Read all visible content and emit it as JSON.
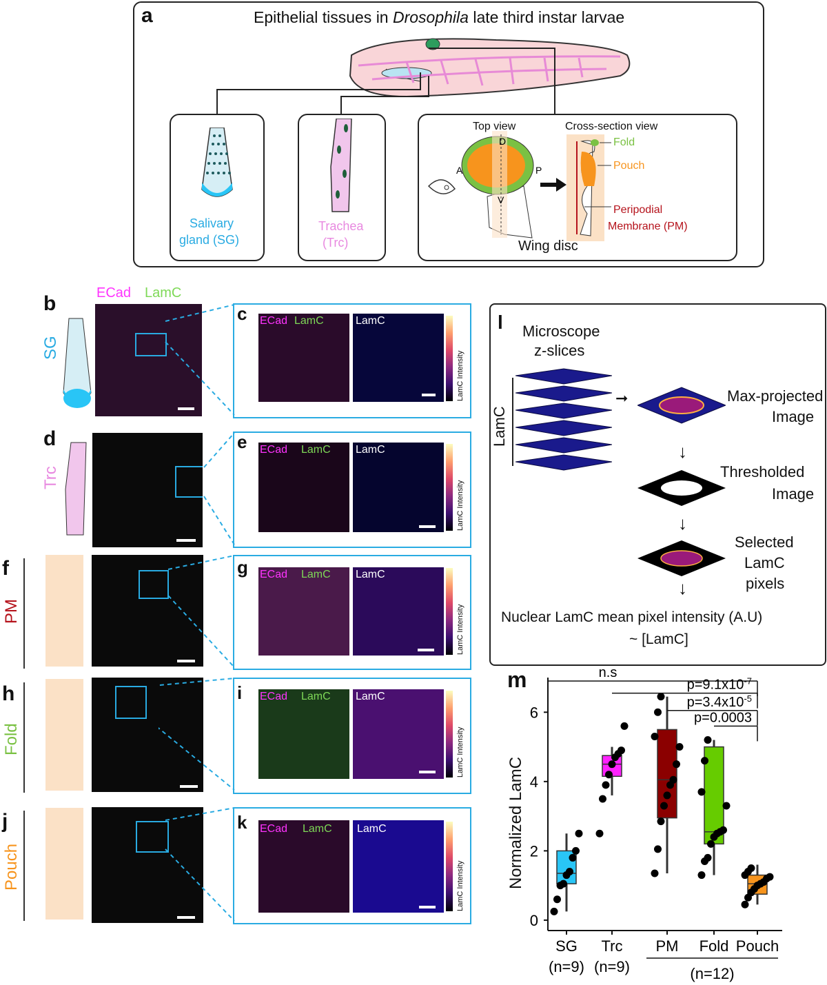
{
  "panel_a": {
    "letter": "a",
    "title_prefix": "Epithelial tissues in ",
    "title_italic": "Drosophila",
    "title_suffix": " late third instar larvae",
    "sg_label_1": "Salivary",
    "sg_label_2": "gland (SG)",
    "trc_label_1": "Trachea",
    "trc_label_2": "(Trc)",
    "top_view": "Top view",
    "cross_section": "Cross-section view",
    "fold": "Fold",
    "pouch": "Pouch",
    "pm_1": "Peripodial",
    "pm_2": "Membrane (PM)",
    "wing_disc": "Wing disc",
    "axis_a": "A",
    "axis_p": "P",
    "axis_d": "D",
    "axis_v": "V"
  },
  "left_panels": [
    {
      "letter": "b",
      "side": "SG",
      "side_color": "#29abe2",
      "header_ecad": "ECad",
      "header_lamc": "LamC"
    },
    {
      "letter": "d",
      "side": "Trc",
      "side_color": "#e889e0"
    },
    {
      "letter": "f",
      "side": "PM",
      "side_color": "#b5121b"
    },
    {
      "letter": "h",
      "side": "Fold",
      "side_color": "#7ac143"
    },
    {
      "letter": "j",
      "side": "Pouch",
      "side_color": "#f7941d"
    }
  ],
  "zoom_panels": [
    {
      "letter": "c",
      "ecad": "ECad",
      "lamc": "LamC",
      "lamc2": "LamC",
      "cbar": "LamC Intensity"
    },
    {
      "letter": "e",
      "ecad": "ECad",
      "lamc": "LamC",
      "lamc2": "LamC",
      "cbar": "LamC Intensity"
    },
    {
      "letter": "g",
      "ecad": "ECad",
      "lamc": "LamC",
      "lamc2": "LamC",
      "cbar": "LamC Intensity"
    },
    {
      "letter": "i",
      "ecad": "ECad",
      "lamc": "LamC",
      "lamc2": "LamC",
      "cbar": "LamC Intensity"
    },
    {
      "letter": "k",
      "ecad": "ECad",
      "lamc": "LamC",
      "lamc2": "LamC",
      "cbar": "LamC Intensity"
    }
  ],
  "panel_l": {
    "letter": "l",
    "microscope_1": "Microscope",
    "microscope_2": "z-slices",
    "lamc_side": "LamC",
    "max_1": "Max-projected",
    "max_2": "Image",
    "thr_1": "Thresholded",
    "thr_2": "Image",
    "sel_1": "Selected",
    "sel_2": "LamC",
    "sel_3": "pixels",
    "result_1": "Nuclear LamC mean pixel intensity (A.U)",
    "result_2": "~ [LamC]"
  },
  "chart_data": {
    "type": "box",
    "letter": "m",
    "ylabel": "Normalized LamC",
    "ylim": [
      -0.3,
      7
    ],
    "yticks": [
      0,
      2,
      4,
      6
    ],
    "categories": [
      "SG",
      "Trc",
      "PM",
      "Fold",
      "Pouch"
    ],
    "category_colors": [
      "#29c5f6",
      "#ff22ff",
      "#8b0000",
      "#66cc00",
      "#f7941d"
    ],
    "group_labels": [
      "(n=9)",
      "(n=9)",
      "(n=12)"
    ],
    "boxes": [
      {
        "name": "SG",
        "q1": 1.05,
        "median": 1.35,
        "q3": 2.0,
        "whisker_low": 0.25,
        "whisker_high": 2.5
      },
      {
        "name": "Trc",
        "q1": 4.15,
        "median": 4.5,
        "q3": 4.75,
        "whisker_low": 3.6,
        "whisker_high": 5.0
      },
      {
        "name": "PM",
        "q1": 2.95,
        "median": 4.05,
        "q3": 5.5,
        "whisker_low": 1.35,
        "whisker_high": 6.45
      },
      {
        "name": "Fold",
        "q1": 2.2,
        "median": 2.55,
        "q3": 5.0,
        "whisker_low": 1.3,
        "whisker_high": 5.2
      },
      {
        "name": "Pouch",
        "q1": 0.75,
        "median": 1.05,
        "q3": 1.3,
        "whisker_low": 0.45,
        "whisker_high": 1.6
      }
    ],
    "points": [
      [
        0.25,
        0.6,
        1.0,
        1.05,
        1.3,
        1.4,
        1.8,
        2.0,
        2.5
      ],
      [
        2.5,
        3.5,
        3.9,
        4.2,
        4.5,
        4.7,
        4.8,
        4.9,
        5.6
      ],
      [
        1.35,
        2.05,
        2.85,
        3.3,
        3.6,
        3.9,
        4.05,
        4.5,
        5.0,
        5.3,
        6.0,
        6.45
      ],
      [
        1.3,
        1.7,
        1.8,
        2.2,
        2.4,
        2.5,
        2.55,
        2.6,
        3.3,
        3.7,
        4.6,
        5.2
      ],
      [
        0.45,
        0.65,
        0.8,
        0.9,
        1.0,
        1.05,
        1.1,
        1.2,
        1.25,
        1.3,
        1.4,
        1.5
      ]
    ],
    "comparisons": [
      {
        "label": "n.s",
        "from": "SG",
        "to": "Pouch",
        "y": 6.9
      },
      {
        "label": "p=9.1x10",
        "exp": "-7",
        "from": "Trc",
        "to": "Pouch",
        "y": 6.55
      },
      {
        "label": "p=3.4x10",
        "exp": "-5",
        "from": "PM",
        "to": "Pouch",
        "y": 6.05
      },
      {
        "label": "p=0.0003",
        "from": "Fold",
        "to": "Pouch",
        "y": 5.6
      }
    ]
  }
}
